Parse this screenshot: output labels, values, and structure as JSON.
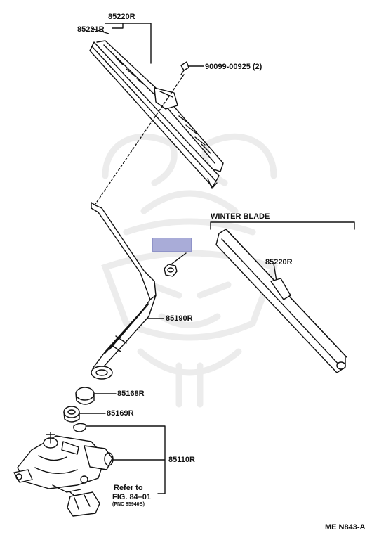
{
  "labels": {
    "blade_assembly": "85220R",
    "blade_insert": "85221R",
    "screw": "90099-00925 (2)",
    "winter_blade_title": "WINTER BLADE",
    "winter_blade_part": "85220R",
    "arm": "85190R",
    "cap": "85168R",
    "nut": "85169R",
    "motor": "85110R",
    "refer_line1": "Refer to",
    "refer_line2": "FIG. 84–01",
    "refer_line3": "(PNC 85940B)",
    "diagram_id": "ME N843-A"
  },
  "colors": {
    "line": "#111111",
    "hidden_part_fill": "#a9acd8",
    "watermark": "#ececec"
  },
  "icons": {
    "watermark": "samurai-helmet-watermark"
  }
}
